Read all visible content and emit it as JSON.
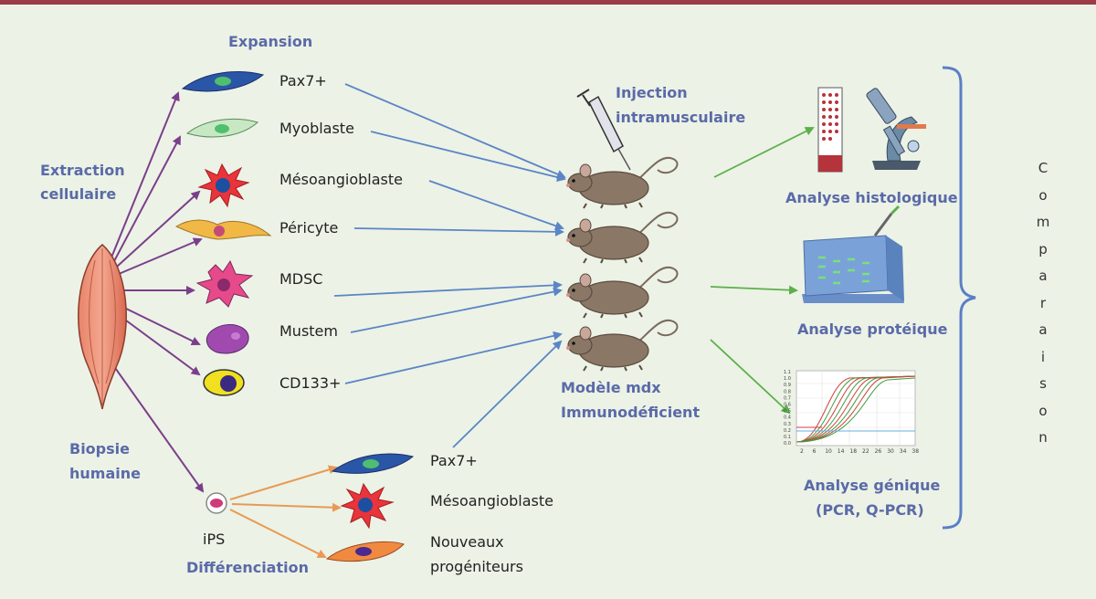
{
  "labels": {
    "expansion": "Expansion",
    "extraction": [
      "Extraction",
      "cellulaire"
    ],
    "biopsy": [
      "Biopsie",
      "humaine"
    ],
    "injection": [
      "Injection",
      "intramusculaire"
    ],
    "model": [
      "Modèle mdx",
      "Immunodéficient"
    ],
    "ips": "iPS",
    "differentiation": "Différenciation",
    "histo": "Analyse histologique",
    "protein": "Analyse protéique",
    "gene": [
      "Analyse génique",
      "(PCR, Q-PCR)"
    ]
  },
  "cells": [
    "Pax7+",
    "Myoblaste",
    "Mésoangioblaste",
    "Péricyte",
    "MDSC",
    "Mustem",
    "CD133+"
  ],
  "ips_cells": [
    "Pax7+",
    "Mésoangioblaste",
    "Nouveaux",
    "progéniteurs"
  ],
  "comparison_letters": [
    "C",
    "o",
    "m",
    "p",
    "a",
    "r",
    "a",
    "i",
    "s",
    "o",
    "n"
  ],
  "pcr_axis": {
    "y_ticks": [
      "1.1",
      "1.0",
      "0.9",
      "0.8",
      "0.7",
      "0.6",
      "0.5",
      "0.4",
      "0.3",
      "0.2",
      "0.1",
      "0.0"
    ],
    "x_ticks": [
      "2",
      "6",
      "10",
      "14",
      "18",
      "22",
      "26",
      "30",
      "34",
      "38"
    ]
  },
  "colors": {
    "top_bar": "#9b3b46",
    "background": "#ecf2e6",
    "heading": "#5a6aa8",
    "purple_arrow": "#7a3f8a",
    "blue_arrow": "#5b85c5",
    "green_arrow": "#5bb04a",
    "orange_arrow": "#e89a55",
    "bracket": "#5a7fc5"
  }
}
